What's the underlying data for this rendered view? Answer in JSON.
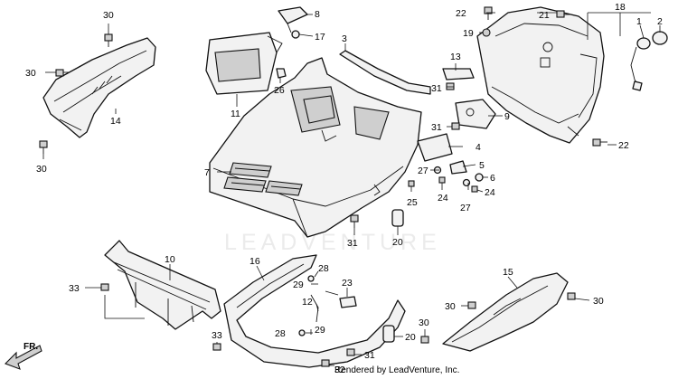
{
  "diagram": {
    "watermark_text": "LEADVENTURE",
    "credit": "Rendered by LeadVenture, Inc.",
    "direction_label": "FR.",
    "callouts": {
      "c1": "1",
      "c2": "2",
      "c3": "3",
      "c4": "4",
      "c5": "5",
      "c6": "6",
      "c7": "7",
      "c8": "8",
      "c9": "9",
      "c10": "10",
      "c11": "11",
      "c12": "12",
      "c13": "13",
      "c14": "14",
      "c15": "15",
      "c16": "16",
      "c17": "17",
      "c18": "18",
      "c19": "19",
      "c20": "20",
      "c21": "21",
      "c22": "22",
      "c23": "23",
      "c24": "24",
      "c25": "25",
      "c26": "26",
      "c27": "27",
      "c28": "28",
      "c29": "29",
      "c30": "30",
      "c31": "31",
      "c32": "32",
      "c33": "33"
    }
  }
}
